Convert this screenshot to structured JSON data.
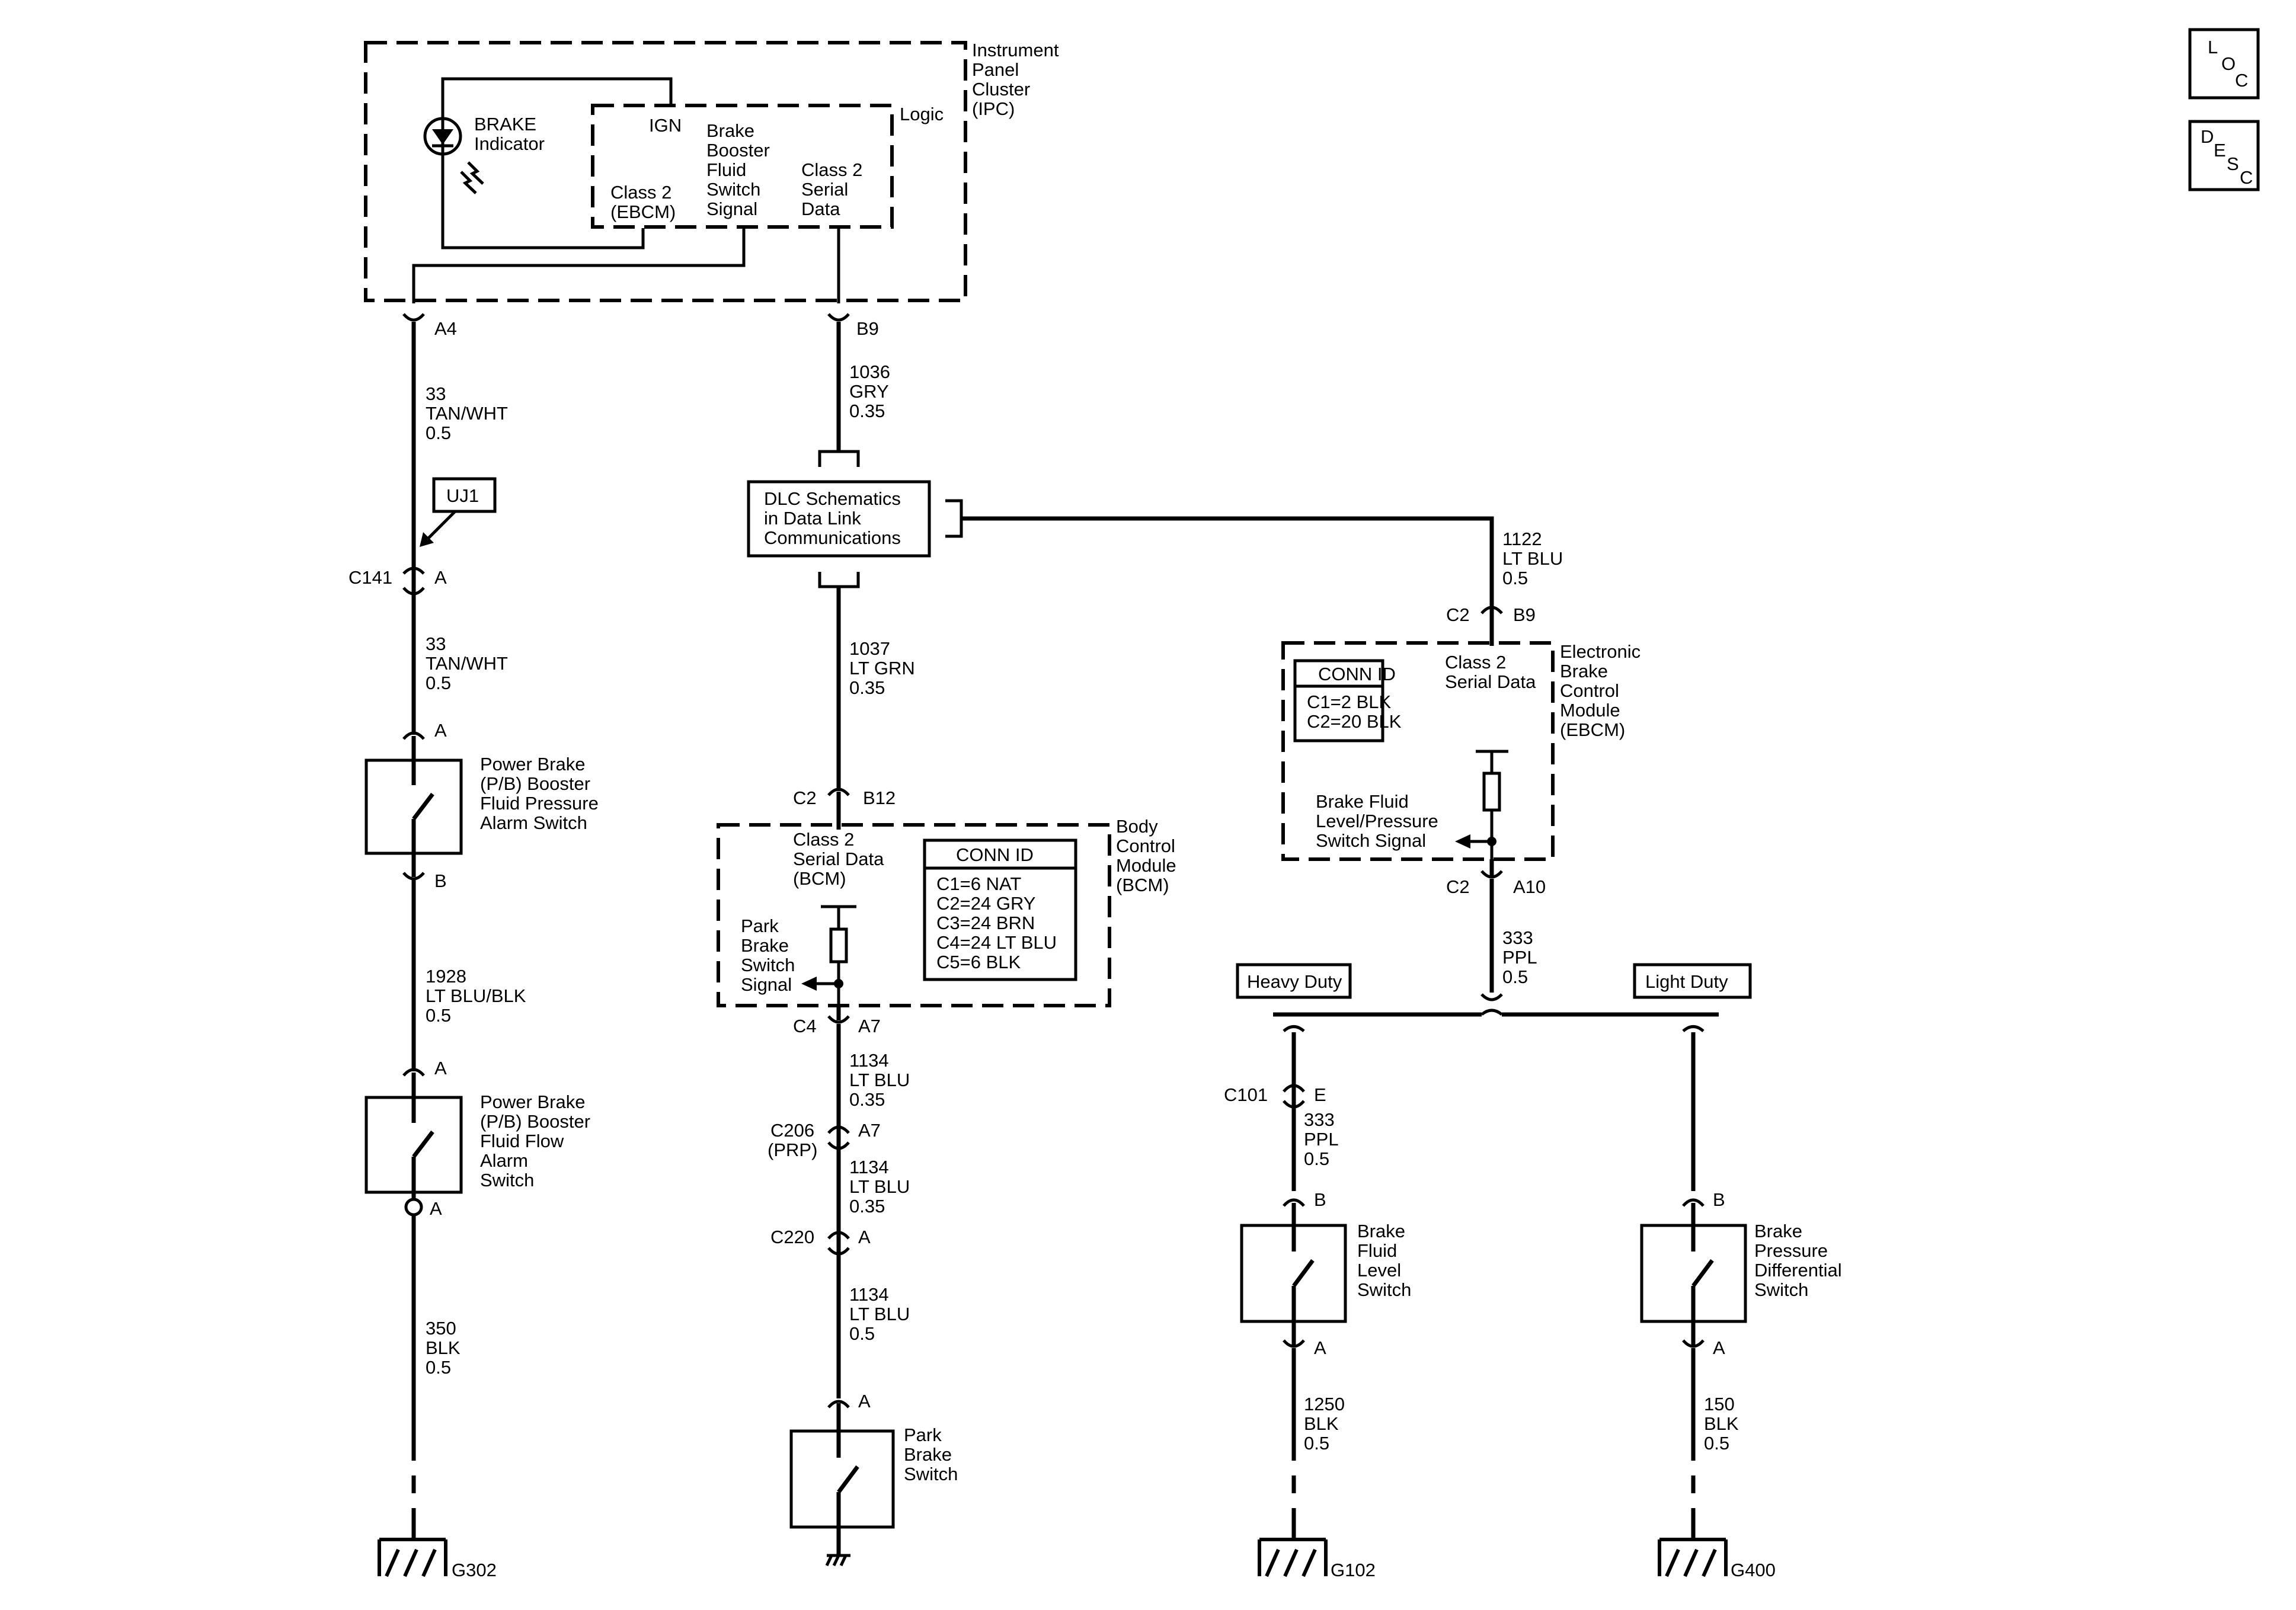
{
  "icons": {
    "loc": [
      "L",
      "O",
      "C"
    ],
    "desc": [
      "D",
      "E",
      "S",
      "C"
    ]
  },
  "ipc": {
    "name": [
      "Instrument",
      "Panel",
      "Cluster",
      "(IPC)"
    ],
    "logic": "Logic",
    "ign": "IGN",
    "brake_indicator": [
      "BRAKE",
      "Indicator"
    ],
    "class2_ebcm": [
      "Class 2",
      "(EBCM)"
    ],
    "booster_signal": [
      "Brake",
      "Booster",
      "Fluid",
      "Switch",
      "Signal"
    ],
    "class2_serial": [
      "Class 2",
      "Serial",
      "Data"
    ]
  },
  "left": {
    "a4": "A4",
    "wire1": [
      "33",
      "TAN/WHT",
      "0.5"
    ],
    "uj1": "UJ1",
    "c141": "C141",
    "c141_pin": "A",
    "wire2": [
      "33",
      "TAN/WHT",
      "0.5"
    ],
    "pressure_pin_a": "A",
    "pressure_switch": [
      "Power Brake",
      "(P/B) Booster",
      "Fluid Pressure",
      "Alarm Switch"
    ],
    "pressure_pin_b": "B",
    "wire3": [
      "1928",
      "LT BLU/BLK",
      "0.5"
    ],
    "flow_pin_a_top": "A",
    "flow_switch": [
      "Power Brake",
      "(P/B) Booster",
      "Fluid Flow",
      "Alarm",
      "Switch"
    ],
    "flow_pin_a_bottom": "A",
    "wire4": [
      "350",
      "BLK",
      "0.5"
    ],
    "ground": "G302"
  },
  "mid": {
    "b9": "B9",
    "wire1": [
      "1036",
      "GRY",
      "0.35"
    ],
    "dlc": [
      "DLC Schematics",
      "in Data Link",
      "Communications"
    ],
    "wire2": [
      "1037",
      "LT GRN",
      "0.35"
    ],
    "c2": "C2",
    "b12": "B12",
    "bcm_class2": [
      "Class 2",
      "Serial Data",
      "(BCM)"
    ],
    "bcm_name": [
      "Body",
      "Control",
      "Module",
      "(BCM)"
    ],
    "conn_id_title": "CONN ID",
    "conn_id": [
      "C1=6 NAT",
      "C2=24 GRY",
      "C3=24 BRN",
      "C4=24 LT BLU",
      "C5=6 BLK"
    ],
    "park_signal": [
      "Park",
      "Brake",
      "Switch",
      "Signal"
    ],
    "c4": "C4",
    "a7": "A7",
    "wire3": [
      "1134",
      "LT BLU",
      "0.35"
    ],
    "c206": [
      "C206",
      "(PRP)"
    ],
    "c206_pin": "A7",
    "wire4": [
      "1134",
      "LT BLU",
      "0.35"
    ],
    "c220": "C220",
    "c220_pin": "A",
    "wire5": [
      "1134",
      "LT BLU",
      "0.5"
    ],
    "park_pin": "A",
    "park_switch": [
      "Park",
      "Brake",
      "Switch"
    ]
  },
  "right": {
    "wire1": [
      "1122",
      "LT BLU",
      "0.5"
    ],
    "c2_top": "C2",
    "b9": "B9",
    "ebcm_class2": [
      "Class 2",
      "Serial Data"
    ],
    "ebcm_name": [
      "Electronic",
      "Brake",
      "Control",
      "Module",
      "(EBCM)"
    ],
    "conn_id_title": "CONN ID",
    "conn_id": [
      "C1=2 BLK",
      "C2=20 BLK"
    ],
    "fluid_signal": [
      "Brake Fluid",
      "Level/Pressure",
      "Switch Signal"
    ],
    "c2_bottom": "C2",
    "a10": "A10",
    "wire2": [
      "333",
      "PPL",
      "0.5"
    ],
    "heavy_duty": "Heavy Duty",
    "light_duty": "Light Duty",
    "c101": "C101",
    "c101_pin": "E",
    "wire3": [
      "333",
      "PPL",
      "0.5"
    ],
    "level_pin_b": "B",
    "level_switch": [
      "Brake",
      "Fluid",
      "Level",
      "Switch"
    ],
    "level_pin_a": "A",
    "wire4": [
      "1250",
      "BLK",
      "0.5"
    ],
    "ground1": "G102",
    "diff_pin_b": "B",
    "diff_switch": [
      "Brake",
      "Pressure",
      "Differential",
      "Switch"
    ],
    "diff_pin_a": "A",
    "wire5": [
      "150",
      "BLK",
      "0.5"
    ],
    "ground2": "G400"
  }
}
